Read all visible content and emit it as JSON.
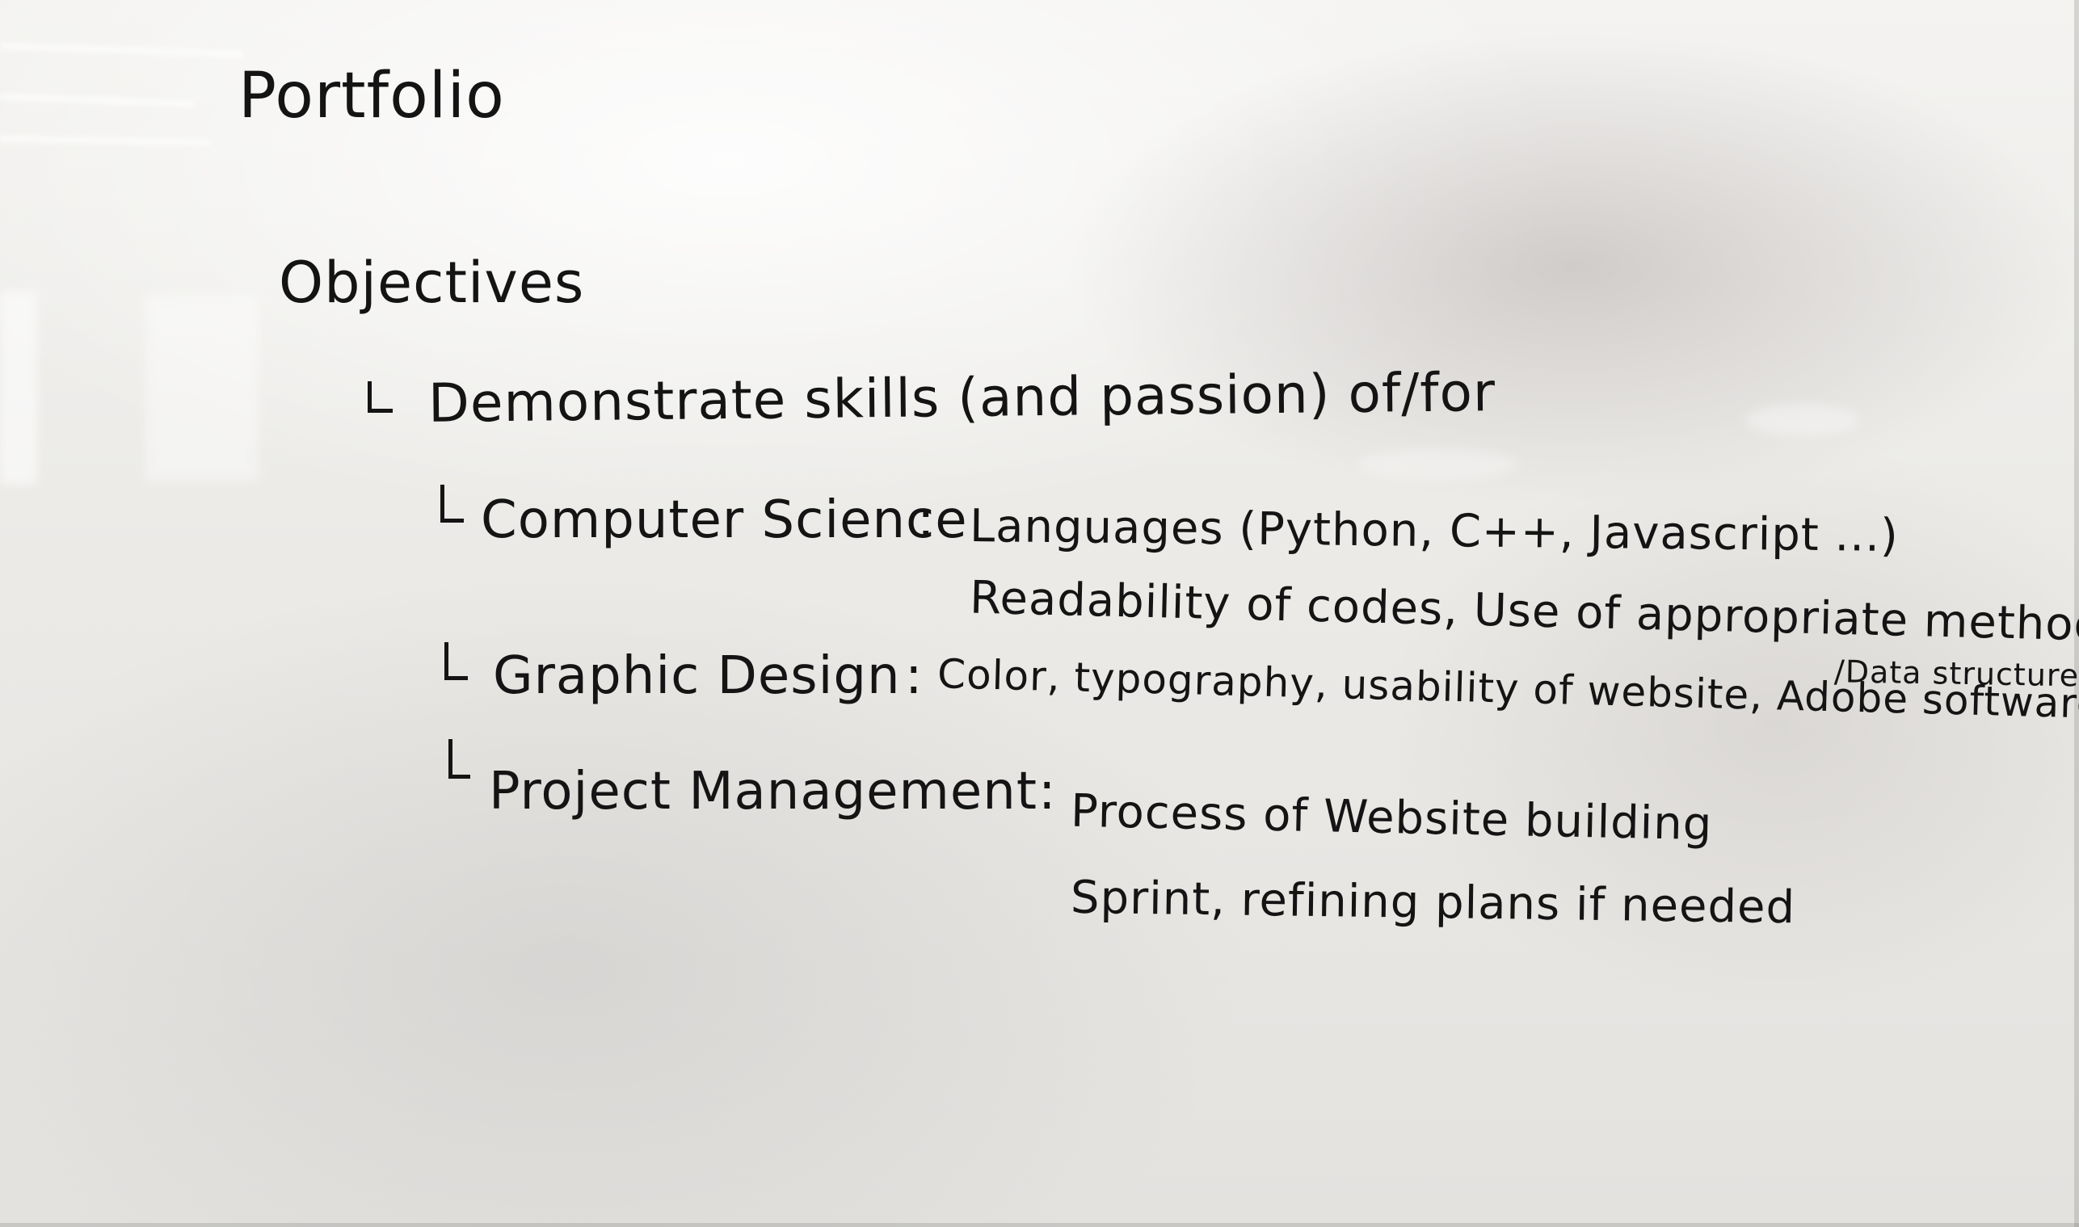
{
  "whiteboard": {
    "title": "Portfolio",
    "heading": "Objectives",
    "goal": "Demonstrate skills (and passion) of/for",
    "areas": [
      {
        "name": "Computer Science",
        "separator": ":",
        "details": [
          "Languages (Python, C++, Javascript ...)",
          "Readability of codes, Use of appropriate methods"
        ],
        "note": "/Data structures"
      },
      {
        "name": "Graphic Design",
        "separator": ":",
        "details": [
          "Color, typography, usability of website, Adobe software"
        ]
      },
      {
        "name": "Project Management",
        "separator": ":",
        "details": [
          "Process of Website building",
          "Sprint, refining plans if needed"
        ]
      }
    ]
  },
  "colors": {
    "ink": "#141414",
    "board": "#ecebe8"
  }
}
